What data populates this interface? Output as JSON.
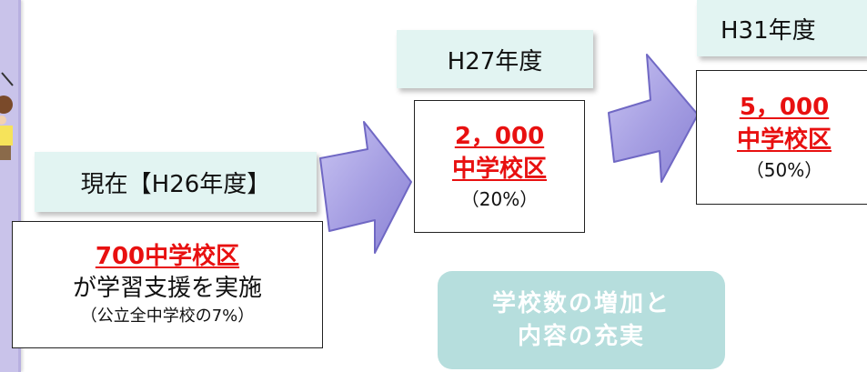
{
  "current": {
    "label": "現在【H26年度】",
    "count": "700中学校区",
    "desc": "が学習支援を実施",
    "ratio": "（公立全中学校の7%）"
  },
  "h27": {
    "label": "H27年度",
    "count": "2，000",
    "unit": "中学校区",
    "ratio": "（20%）"
  },
  "h31": {
    "label": "H31年度",
    "count": "5，000",
    "unit": "中学校区",
    "ratio": "（50%）"
  },
  "goal": {
    "line1": "学校数の増加と",
    "line2": "内容の充実"
  },
  "colors": {
    "accent_red": "#e81010",
    "label_bg": "#e2f4f2",
    "arrow_fill": "#a7a0e3",
    "goal_bg": "#b6dedd",
    "side_panel": "#c9c3ea"
  }
}
